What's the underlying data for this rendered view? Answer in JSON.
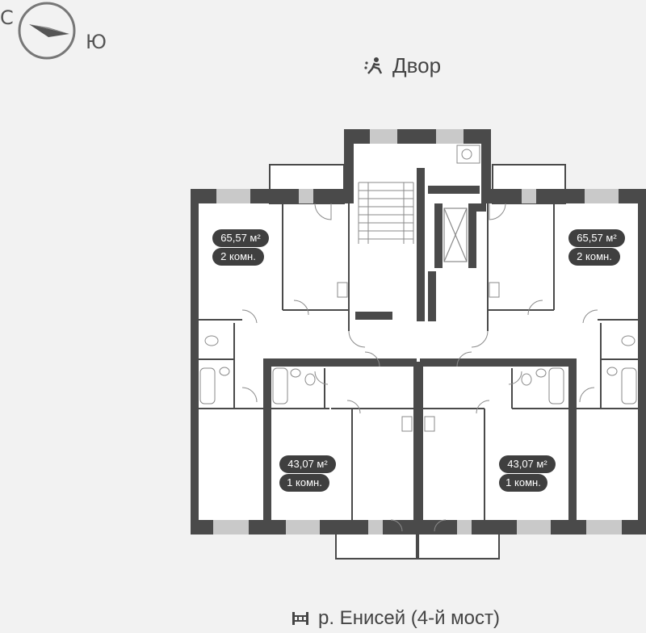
{
  "compass": {
    "north": "С",
    "south": "Ю"
  },
  "courtyard_label": "Двор",
  "river_label": "р. Енисей (4-й мост)",
  "apartments": [
    {
      "area": "65,57 м²",
      "rooms": "2 комн."
    },
    {
      "area": "65,57 м²",
      "rooms": "2 комн."
    },
    {
      "area": "43,07 м²",
      "rooms": "1 комн."
    },
    {
      "area": "43,07 м²",
      "rooms": "1 комн."
    }
  ],
  "colors": {
    "wall": "#4a4a4a",
    "window": "#c9c9c9",
    "floor": "#ffffff",
    "background": "#f2f2f2"
  },
  "icons": [
    "compass-icon",
    "courtyard-icon",
    "bridge-icon"
  ]
}
